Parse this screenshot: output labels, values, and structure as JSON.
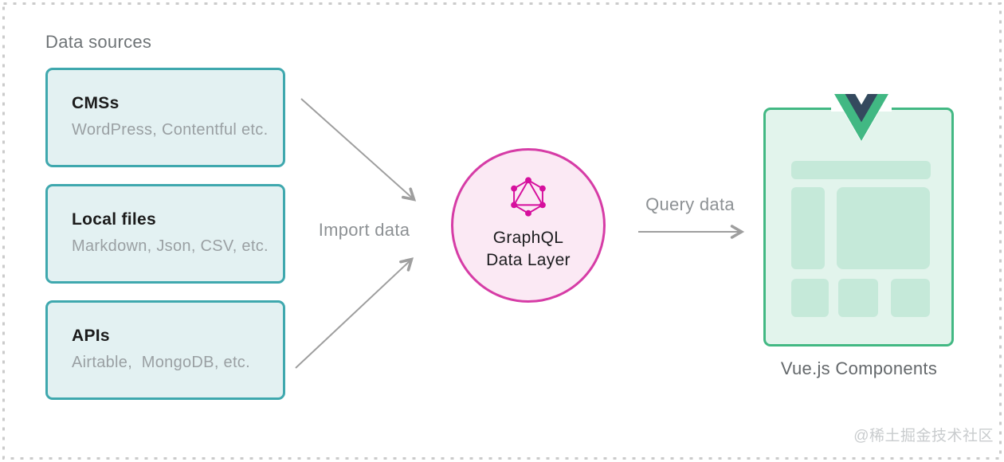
{
  "frame": {
    "color": "#cbcbcb"
  },
  "header": {
    "title": "Data sources"
  },
  "sources": [
    {
      "name": "CMSs",
      "examples": "WordPress, Contentful etc."
    },
    {
      "name": "Local files",
      "examples": "Markdown, Json, CSV, etc."
    },
    {
      "name": "APIs",
      "examples": "Airtable,  MongoDB, etc."
    }
  ],
  "flow": {
    "import_label": "Import data",
    "query_label": "Query data",
    "arrow_color": "#9e9e9e"
  },
  "graphql": {
    "title_line1": "GraphQL",
    "title_line2": "Data Layer",
    "border_color": "#d63ca6",
    "fill_color": "#fbe9f4",
    "logo_color": "#d60f9d"
  },
  "vue": {
    "caption": "Vue.js Components",
    "border_color": "#42b883",
    "fill_color": "#e2f4ec",
    "block_color": "#c5e9d9",
    "logo_green": "#41b883",
    "logo_dark": "#34495e"
  },
  "source_style": {
    "border_color": "#3fa8ae",
    "fill_color": "#e3f1f2"
  },
  "watermark": {
    "text": "@稀土掘金技术社区"
  }
}
